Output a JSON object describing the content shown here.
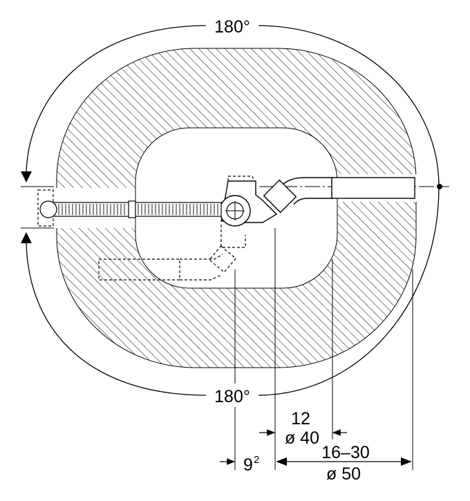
{
  "diagram": {
    "angle_top": "180°",
    "angle_bottom": "180°",
    "dim_12": "12",
    "dim_d40": "ø 40",
    "dim_9": "9",
    "dim_9_exp": "2",
    "dim_16_30": "16–30",
    "dim_d50": "ø 50"
  }
}
